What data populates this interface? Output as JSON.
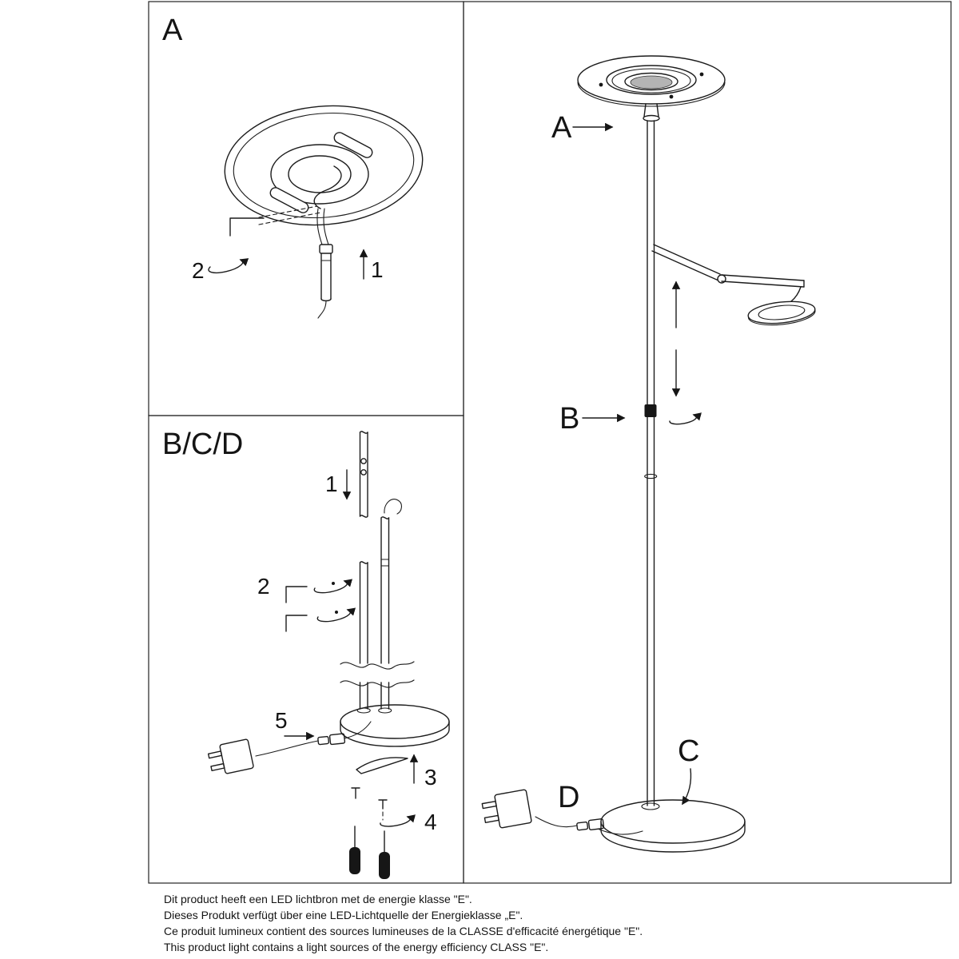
{
  "panels": {
    "a": {
      "title": "A",
      "steps": {
        "s1": "1",
        "s2": "2"
      }
    },
    "bcd": {
      "title": "B/C/D",
      "steps": {
        "s1": "1",
        "s2": "2",
        "s3": "3",
        "s4": "4",
        "s5": "5"
      }
    },
    "overview": {
      "label_a": "A",
      "label_b": "B",
      "label_c": "C",
      "label_d": "D"
    }
  },
  "footer": {
    "nl": "Dit product heeft een LED lichtbron met de energie klasse \"E\".",
    "de": "Dieses Produkt verfügt über eine LED-Lichtquelle der Energieklasse „E\".",
    "fr": "Ce produit lumineux contient des sources lumineuses de la CLASSE d'efficacité énergétique \"E\".",
    "en": "This product light contains a light sources of the energy efficiency CLASS \"E\"."
  }
}
